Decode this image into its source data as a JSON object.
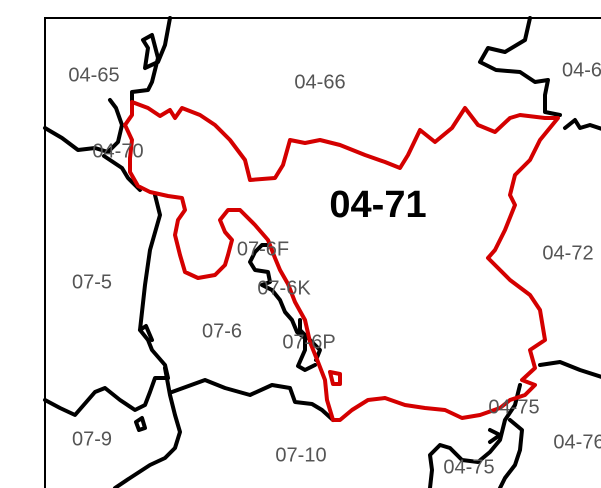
{
  "map": {
    "focus_region": "04-71",
    "colors": {
      "focus_boundary": "#d40000",
      "other_boundary": "#000000",
      "label_text": "#555555",
      "focus_label_text": "#000000"
    },
    "labels": {
      "r0465": "04-65",
      "r0466": "04-66",
      "r0467": "04-6",
      "r0470": "04-70",
      "r0471": "04-71",
      "r0472": "04-72",
      "r075": "07-5",
      "r076": "07-6",
      "r076f": "07-6F",
      "r076k": "07-6K",
      "r076p": "07-6P",
      "r0475a": "04-75",
      "r0475b": "04-75",
      "r079": "07-9",
      "r0710": "07-10",
      "r0476": "04-76"
    }
  }
}
